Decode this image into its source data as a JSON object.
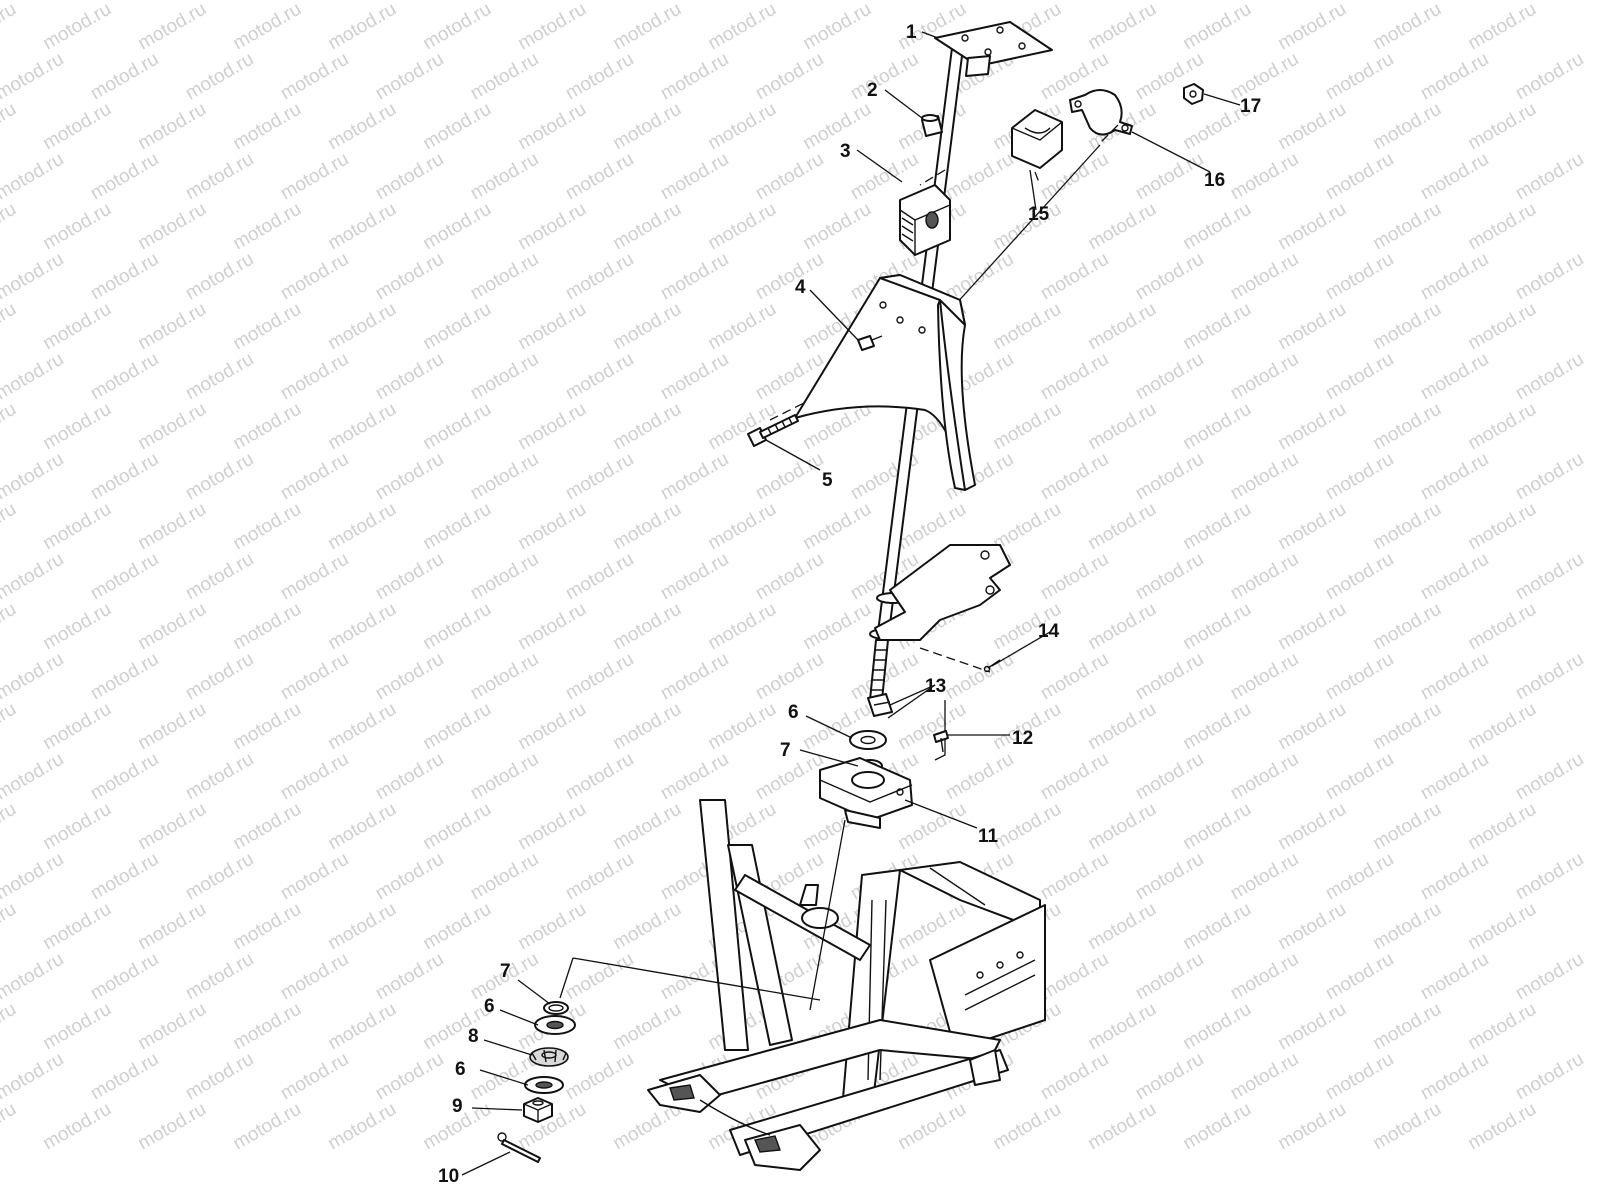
{
  "watermark": {
    "text": "motod.ru",
    "color": "#cfcfcf"
  },
  "callouts": [
    "1",
    "2",
    "3",
    "4",
    "5",
    "6",
    "7",
    "11",
    "12",
    "13",
    "14",
    "15",
    "16",
    "17",
    "7",
    "6",
    "8",
    "6",
    "9",
    "10"
  ],
  "colors": {
    "line": "#111111",
    "background": "#ffffff"
  }
}
